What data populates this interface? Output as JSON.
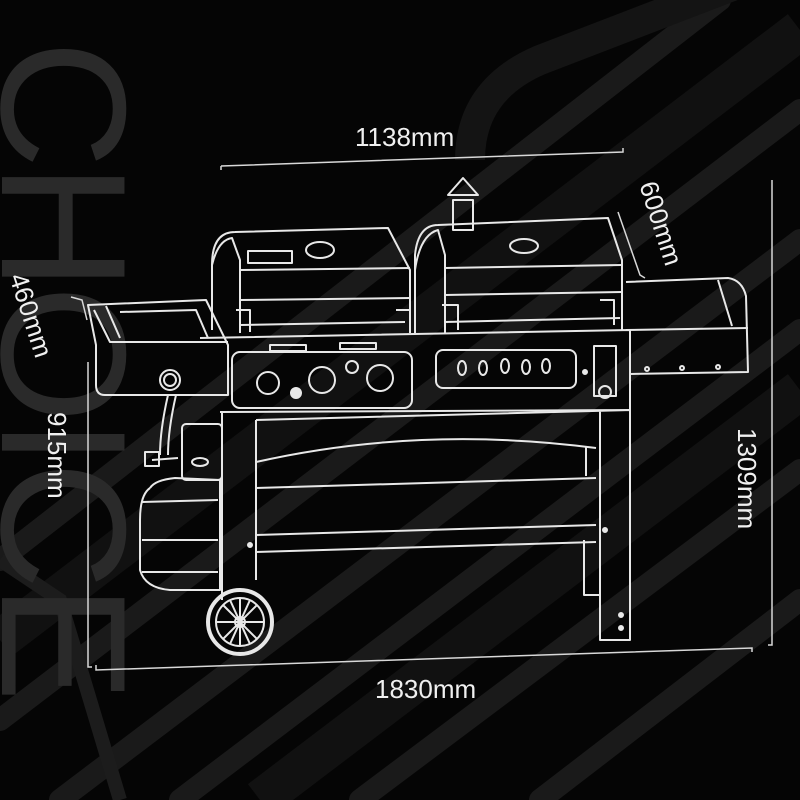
{
  "diagram": {
    "subject": "Gas and charcoal combo grill with side burner, side shelf and propane tank",
    "watermark": "CHOICE",
    "colors": {
      "background": "#050505",
      "line": "#e8e8e8",
      "watermark": "#2a2a2a",
      "label": "#f0f0f0"
    },
    "dimensions": {
      "cooking_width": "1138mm",
      "depth": "600mm",
      "side_shelf_depth": "460mm",
      "work_height": "915mm",
      "total_height": "1309mm",
      "total_width": "1830mm"
    }
  }
}
